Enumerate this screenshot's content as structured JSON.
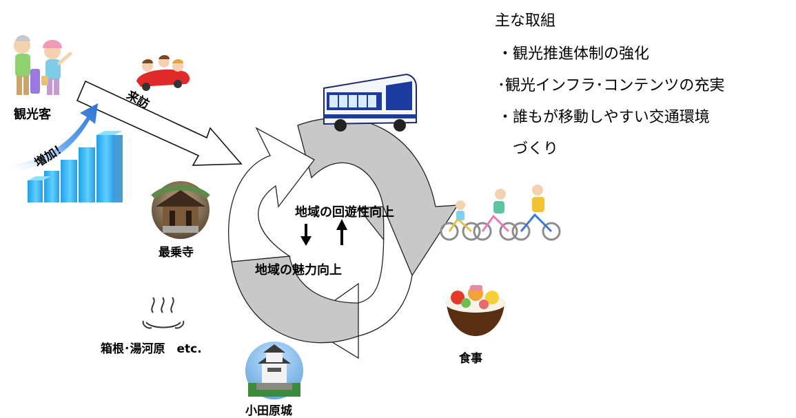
{
  "main_initiatives": {
    "title": "主な取組",
    "items": [
      "・観光推進体制の強化",
      "･観光インフラ･コンテンツの充実",
      "・誰もが移動しやすい交通環境",
      "　づくり"
    ]
  },
  "labels": {
    "tourists": "観光客",
    "increase": "増加！",
    "visit": "来訪",
    "saijoji": "最乗寺",
    "hakone": "箱根･湯河原　etc.",
    "odawara_castle": "小田原城",
    "meal": "食事",
    "circulation": "地域の回遊性向上",
    "attraction": "地域の魅力向上"
  },
  "colors": {
    "cycle_gray": "#c8c8c8",
    "growth_arrow": "#3a7fd8",
    "bars": "#39b6f2"
  },
  "icons": [
    "tourists-illustration",
    "car-illustration",
    "bus-illustration",
    "cyclists-illustration",
    "food-bowl-illustration",
    "temple-photo",
    "hot-spring-icon",
    "castle-photo"
  ]
}
